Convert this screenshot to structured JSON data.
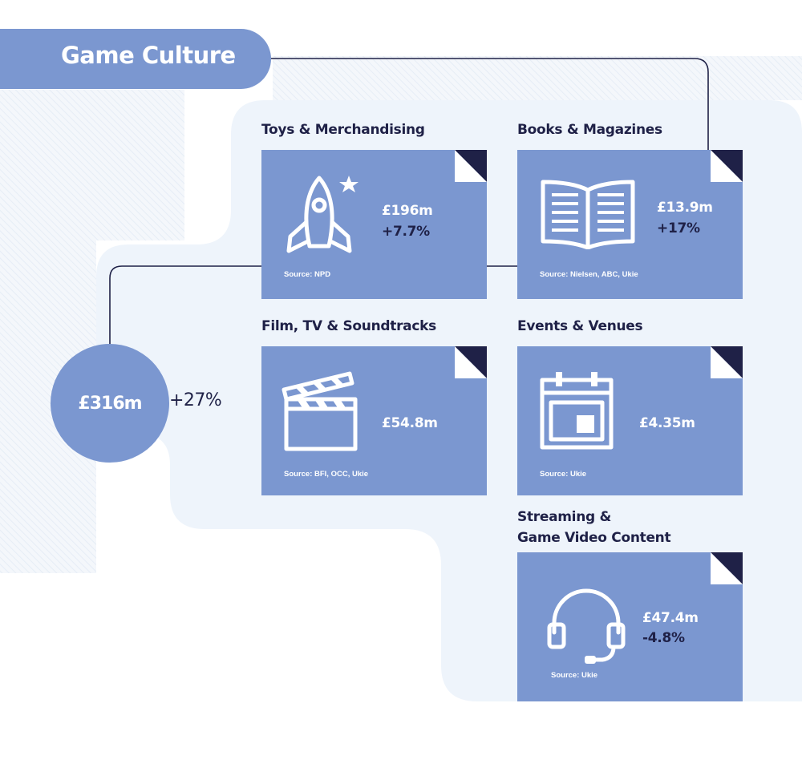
{
  "title": "Game Culture",
  "total": {
    "value": "£316m",
    "change": "+27%"
  },
  "colors": {
    "card": "#7b97d0",
    "navy": "#1f2147",
    "background_panel": "#eef4fb"
  },
  "categories": [
    {
      "label": "Toys & Merchandising",
      "value": "£196m",
      "change": "+7.7%",
      "source": "Source: NPD",
      "icon": "rocket-icon"
    },
    {
      "label": "Books & Magazines",
      "value": "£13.9m",
      "change": "+17%",
      "source": "Source: Nielsen, ABC, Ukie",
      "icon": "open-book-icon"
    },
    {
      "label": "Film, TV & Soundtracks",
      "value": "£54.8m",
      "source": "Source: BFI, OCC, Ukie",
      "icon": "clapperboard-icon"
    },
    {
      "label": "Events & Venues",
      "value": "£4.35m",
      "source": "Source: Ukie",
      "icon": "calendar-icon"
    },
    {
      "label_lines": [
        "Streaming &",
        "Game Video Content"
      ],
      "value": "£47.4m",
      "change": "-4.8%",
      "source": "Source: Ukie",
      "icon": "headset-icon"
    }
  ]
}
